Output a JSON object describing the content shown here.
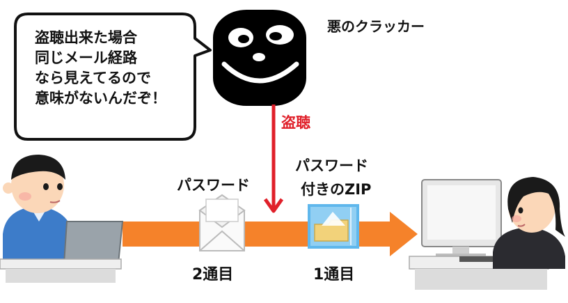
{
  "speech_bubble": {
    "lines": [
      "盗聴出来た場合",
      "同じメール経路",
      "なら見えてるので",
      "意味がないんだぞ！"
    ]
  },
  "cracker": {
    "label": "悪のクラッカー"
  },
  "eavesdrop": {
    "label": "盗聴",
    "color": "#e0202a"
  },
  "password_mail": {
    "label": "パスワード",
    "order": "2通目"
  },
  "zip_mail": {
    "label_line1": "パスワード",
    "label_line2": "付きのZIP",
    "order": "1通目"
  },
  "colors": {
    "flow_arrow": "#f5822a",
    "zip_icon": "#5fb7ec",
    "shirt": "#3d7cc9",
    "hair": "#1a1a1a"
  }
}
